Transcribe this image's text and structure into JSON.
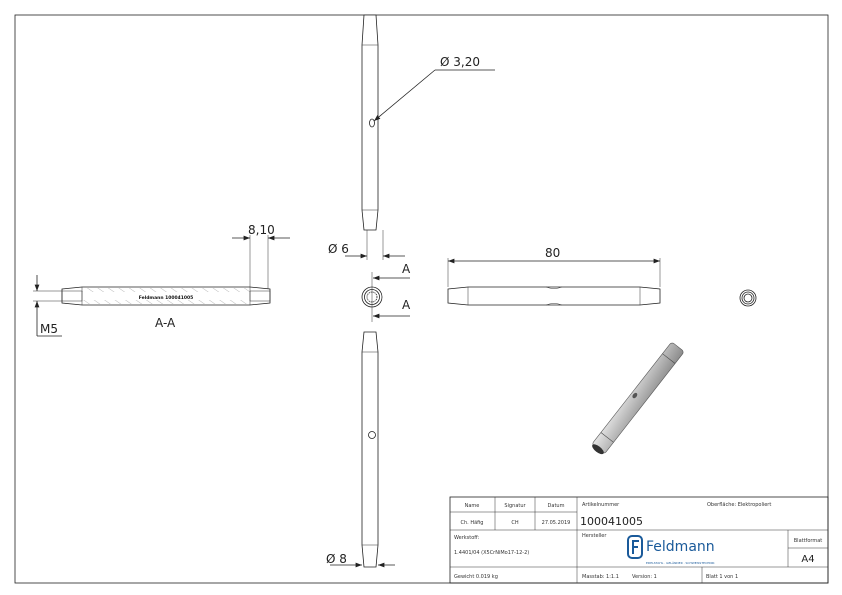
{
  "drawing": {
    "dimensions": {
      "hole_diameter": "Ø 3,20",
      "diameter_6": "Ø 6",
      "diameter_8": "Ø 8",
      "length": "80",
      "thread_length": "8,10",
      "thread": "M5",
      "section_marker": "A",
      "section_label": "A-A",
      "engraving": "Feldmann 100041005"
    }
  },
  "title_block": {
    "name_header": "Name",
    "signature_header": "Signatur",
    "date_header": "Datum",
    "name": "Ch. Häfig",
    "signature": "CH",
    "date": "27.05.2019",
    "article_label": "Artikelnummer",
    "article_number": "100041005",
    "surface": "Oberfläche:  Elektropoliert",
    "material_label": "Werkstoff:",
    "material": "1.4401/04 (X5CrNiMo17-12-2)",
    "manufacturer_label": "Hersteller",
    "logo_text": "Feldmann",
    "logo_tagline": "EDELSTAHL · GELÄNDER · SCHWEISSTECHNIK",
    "format_label": "Blattformat",
    "format": "A4",
    "weight": "Gewicht 0.019 kg",
    "scale": "Masstab: 1:1.1",
    "version": "Version: 1",
    "sheet": "Blatt 1 von 1"
  },
  "colors": {
    "logo": "#1a5a9a",
    "line": "#222222"
  }
}
